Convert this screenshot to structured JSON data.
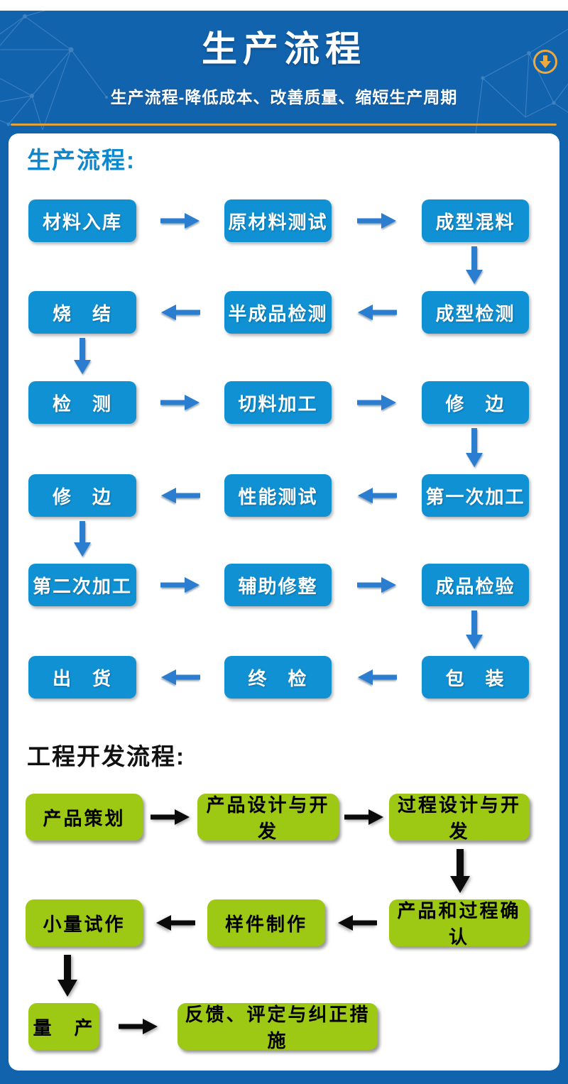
{
  "colors": {
    "page_blue": "#1263ae",
    "step_blue": "#1091d3",
    "arrow_blue": "#2b7ecf",
    "step_green": "#9dc813",
    "arrow_black": "#0b0b0b",
    "heading_blue": "#0e87cc",
    "gold": "#dfa43e",
    "icon_gold": "#eda93e"
  },
  "header": {
    "title": "生产流程",
    "subtitle": "生产流程-降低成本、改善质量、缩短生产周期",
    "icon": "circle-down-arrow-icon"
  },
  "production_flow": {
    "heading": "生产流程:",
    "rows": [
      {
        "arrow_direction": "right",
        "steps": [
          "材料入库",
          "原材料测试",
          "成型混料"
        ],
        "connector_after": "right-column"
      },
      {
        "arrow_direction": "left",
        "steps": [
          "烧　结",
          "半成品检测",
          "成型检测"
        ],
        "connector_after": "left-column"
      },
      {
        "arrow_direction": "right",
        "steps": [
          "检　测",
          "切料加工",
          "修　边"
        ],
        "connector_after": "right-column"
      },
      {
        "arrow_direction": "left",
        "steps": [
          "修　边",
          "性能测试",
          "第一次加工"
        ],
        "connector_after": "left-column"
      },
      {
        "arrow_direction": "right",
        "steps": [
          "第二次加工",
          "辅助修整",
          "成品检验"
        ],
        "connector_after": "right-column"
      },
      {
        "arrow_direction": "left",
        "steps": [
          "出　货",
          "终　检",
          "包　装"
        ],
        "connector_after": null
      }
    ]
  },
  "engineering_flow": {
    "heading": "工程开发流程:",
    "rows": [
      {
        "arrow_direction": "right",
        "steps": [
          "产品策划",
          "产品设计与开发",
          "过程设计与开发"
        ],
        "connector_after": "right-column"
      },
      {
        "arrow_direction": "left",
        "steps": [
          "小量试作",
          "样件制作",
          "产品和过程确认"
        ],
        "connector_after": "left-column"
      },
      {
        "arrow_direction": "right",
        "steps": [
          "量　产",
          "反馈、评定与纠正措施"
        ],
        "connector_after": null
      }
    ]
  }
}
